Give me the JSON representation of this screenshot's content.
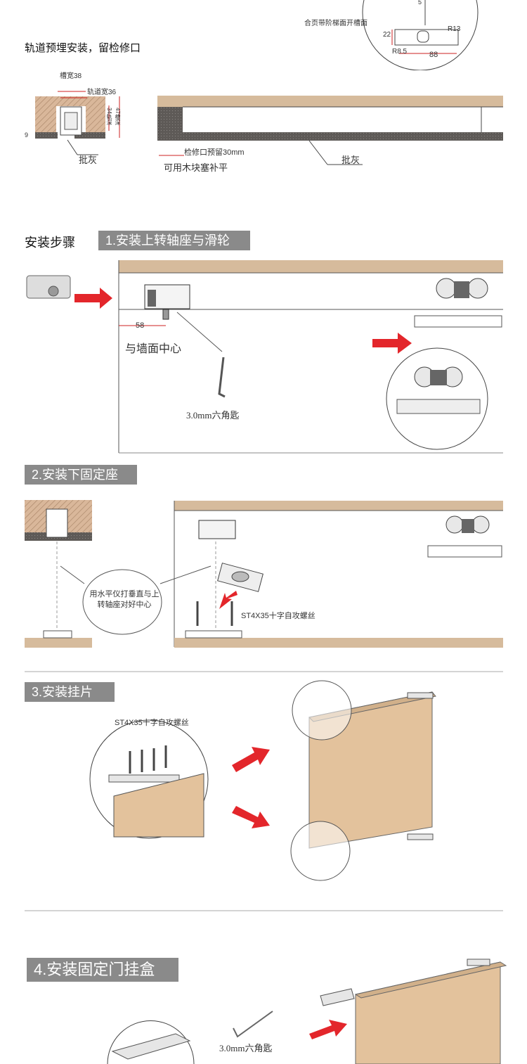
{
  "top": {
    "detail_caption": "合页带阶梯面开槽面",
    "dim_5": "5",
    "dim_22": "22",
    "dim_r13": "R13",
    "dim_r8": "R8.5",
    "dim_88": "88",
    "heading": "轨道预埋安装，留检修口",
    "groove_width": "槽宽38",
    "track_width": "轨道宽36",
    "track_depth": "34轨深",
    "groove_depth": "47槽深",
    "dim_9": "9",
    "plaster_left": "批灰",
    "reserve": "检修口预留30mm",
    "wood_fill": "可用木块塞补平",
    "plaster_right": "批灰"
  },
  "steps_heading": "安装步骤",
  "step1": {
    "title": "1.安装上转轴座与滑轮",
    "dim_58": "58",
    "wall_center": "与墙面中心",
    "hex_key": "3.0mm六角匙"
  },
  "step2": {
    "title": "2.安装下固定座",
    "note": "用水平仪打垂直与上转轴座对好中心",
    "screw": "ST4X35十字自攻螺丝"
  },
  "step3": {
    "title": "3.安装挂片",
    "screw": "ST4X35十字自攻螺丝"
  },
  "step4": {
    "title": "4.安装固定门挂盒",
    "hex_key": "3.0mm六角匙"
  },
  "colors": {
    "wood": "#d6bb9c",
    "wood_dark": "#c4a27e",
    "door": "#e3c29c",
    "banner": "#8a8a8a",
    "arrow": "#e3262b",
    "hatch": "#c9a98c"
  }
}
